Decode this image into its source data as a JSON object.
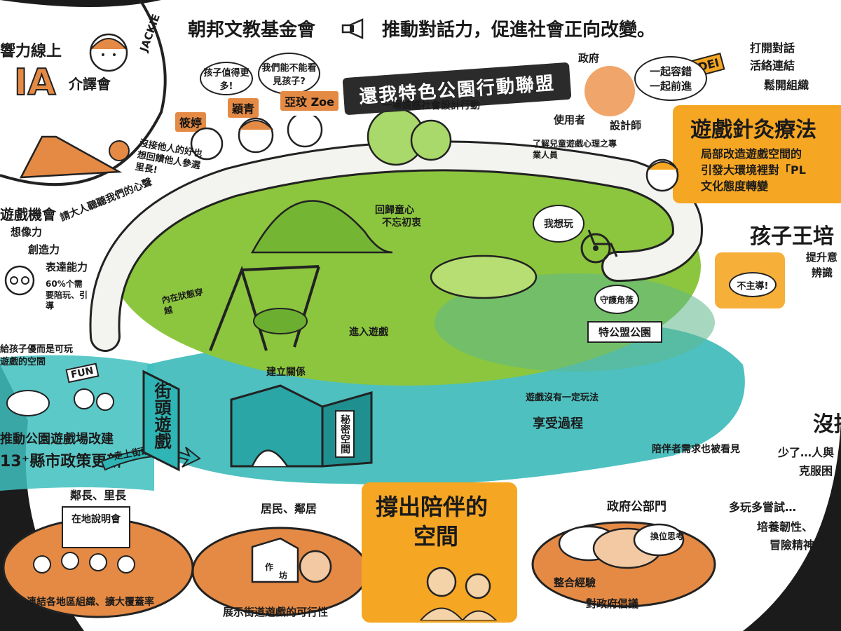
{
  "colors": {
    "green": "#8cc63e",
    "teal": "#2fb5b5",
    "orange": "#e48a45",
    "yellow_orange": "#f5a623",
    "ink": "#1a1a1a"
  },
  "header": {
    "foundation": "朝邦文教基金會",
    "slogan": "推動對話力，促進社會正向改變。"
  },
  "top_left": {
    "online": "響力線上",
    "event_tag": "IA",
    "event_tag2": "介譯會",
    "name_label": "JACKIE"
  },
  "banner": {
    "title": "還我特色公園行動聯盟",
    "subtitle": "一場媽媽社會設計行動"
  },
  "people": {
    "p1_name": "筱婷",
    "p2_name": "穎青",
    "p3_name": "亞玟 Zoe",
    "p2_bubble": "孩子值得更多!",
    "p3_bubble": "我們能不能看見孩子?",
    "p1_quote": "沒接他人的好也想回饋他人參選里長!"
  },
  "dei": {
    "badge": "DEI",
    "government": "政府",
    "user": "使用者",
    "designer": "設計師",
    "bubble_line1": "一起容錯",
    "bubble_line2": "一起前進"
  },
  "right_top": {
    "item1": "打開對話",
    "item2": "活絡連結",
    "item3": "鬆開組織",
    "title": "遊戲針灸療法",
    "desc_line1": "局部改造遊戲空間的",
    "desc_line2": "引發大環境裡對「PL",
    "desc_line3": "文化態度轉變"
  },
  "kids_king": {
    "title": "孩子王培",
    "line1": "提升意",
    "line2": "辨識"
  },
  "left_side": {
    "title": "遊戲機會",
    "line1": "想像力",
    "line2": "創造力",
    "line3": "表達能力",
    "stat": "60%个需要陪玩、引導",
    "listen": "請大人聽聽我們的心聲",
    "space_note": "給孩子優而是可玩遊戲的空間",
    "fun": "FUN",
    "policy_line1": "推動公園遊戲場改建",
    "policy_line2": "13⁺縣市政策更新",
    "go_street": "走上街頭"
  },
  "park": {
    "child_mind": "回歸童心",
    "child_mind2": "不忘初衷",
    "i_want_to_play": "我想玩",
    "observe": "內在狀態穿越",
    "enter": "進入遊戲",
    "relation": "建立關係",
    "understand": "了解兒童遊戲心理之專業人員",
    "guard": "守護角落",
    "special_park": "特公盟公園",
    "not_dominate": "不主導!"
  },
  "street": {
    "sign": "街頭遊戲",
    "secret": "秘密空間",
    "no_fixed": "遊戲沒有一定玩法",
    "enjoy": "享受過程",
    "companion_need": "陪伴者需求也被看見"
  },
  "right_bottom": {
    "title": "沒搞",
    "line1": "少了…人與",
    "line2": "克服困",
    "try_more": "多玩多嘗試…",
    "resilience": "培養韌性、",
    "adventure": "冒險精神"
  },
  "bottom": {
    "leader": "鄰長、里長",
    "briefing": "在地說明會",
    "connect": "連結各地區組織、擴大覆蓋率",
    "residents": "居民、鄰居",
    "box_label": "作",
    "box_label2": "坊",
    "demo": "展示街道遊戲的可行性",
    "center_title1": "撐出陪伴的",
    "center_title2": "空間",
    "gov": "政府公部門",
    "swap": "換位思考",
    "integrate": "整合經驗",
    "advocate": "對政府倡議"
  }
}
